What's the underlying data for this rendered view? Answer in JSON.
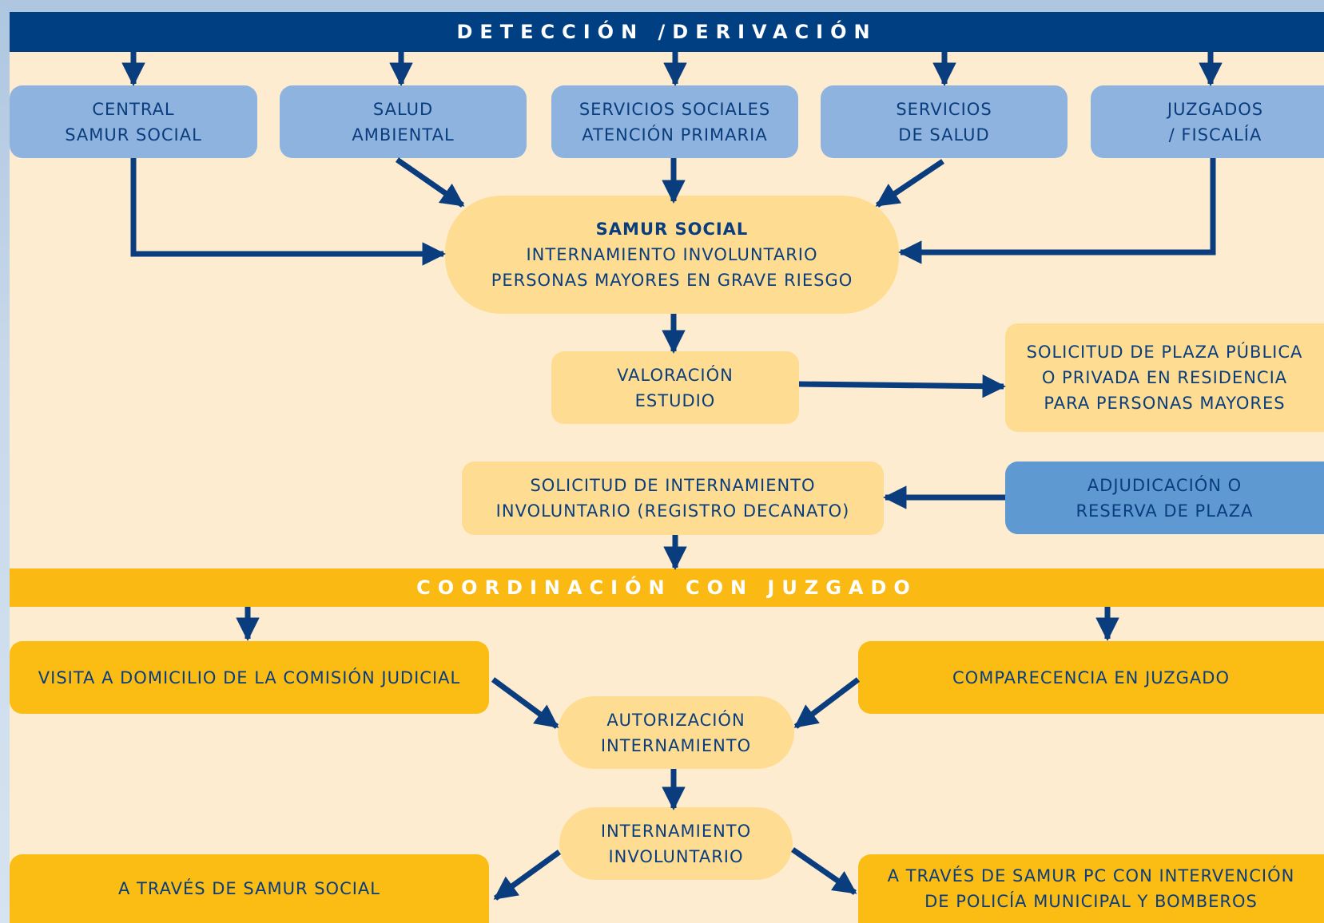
{
  "header": {
    "title": "DETECCIÓN /DERIVACIÓN"
  },
  "sources": [
    {
      "line1": "CENTRAL",
      "line2": "SAMUR SOCIAL"
    },
    {
      "line1": "SALUD",
      "line2": "AMBIENTAL"
    },
    {
      "line1": "SERVICIOS SOCIALES",
      "line2": "ATENCIÓN PRIMARIA"
    },
    {
      "line1": "SERVICIOS",
      "line2": "DE SALUD"
    },
    {
      "line1": "JUZGADOS",
      "line2": "/ FISCALÍA"
    }
  ],
  "center": {
    "title": "SAMUR SOCIAL",
    "line1": "INTERNAMIENTO INVOLUNTARIO",
    "line2": "PERSONAS MAYORES EN GRAVE RIESGO"
  },
  "valoracion": {
    "line1": "VALORACIÓN",
    "line2": "ESTUDIO"
  },
  "solicitud_plaza": {
    "line1": "SOLICITUD DE PLAZA PÚBLICA",
    "line2": "O PRIVADA EN RESIDENCIA",
    "line3": "PARA PERSONAS MAYORES"
  },
  "solicitud_internamiento": {
    "line1": "SOLICITUD DE INTERNAMIENTO",
    "line2": "INVOLUNTARIO (REGISTRO DECANATO)"
  },
  "adjudicacion": {
    "line1": "ADJUDICACIÓN O",
    "line2": "RESERVA  DE PLAZA"
  },
  "coordination": {
    "title": "COORDINACIÓN CON JUZGADO"
  },
  "visita": {
    "text": "VISITA A DOMICILIO DE LA COMISIÓN JUDICIAL"
  },
  "comparecencia": {
    "text": "COMPARECENCIA EN JUZGADO"
  },
  "autorizacion": {
    "line1": "AUTORIZACIÓN",
    "line2": "INTERNAMIENTO"
  },
  "internamiento": {
    "line1": "INTERNAMIENTO",
    "line2": "INVOLUNTARIO"
  },
  "via_samur_social": {
    "text": "A TRAVÉS DE SAMUR SOCIAL"
  },
  "via_samur_pc": {
    "line1": "A TRAVÉS DE SAMUR PC CON INTERVENCIÓN",
    "line2": "DE POLICÍA MUNICIPAL Y BOMBEROS"
  },
  "colors": {
    "navy": "#003f82",
    "arrow": "#0a3d7e",
    "light_blue": "#8fb3df",
    "medium_blue": "#5e99d2",
    "peach": "#fedd92",
    "gold": "#fbbc14",
    "cream": "#fdecd0"
  }
}
